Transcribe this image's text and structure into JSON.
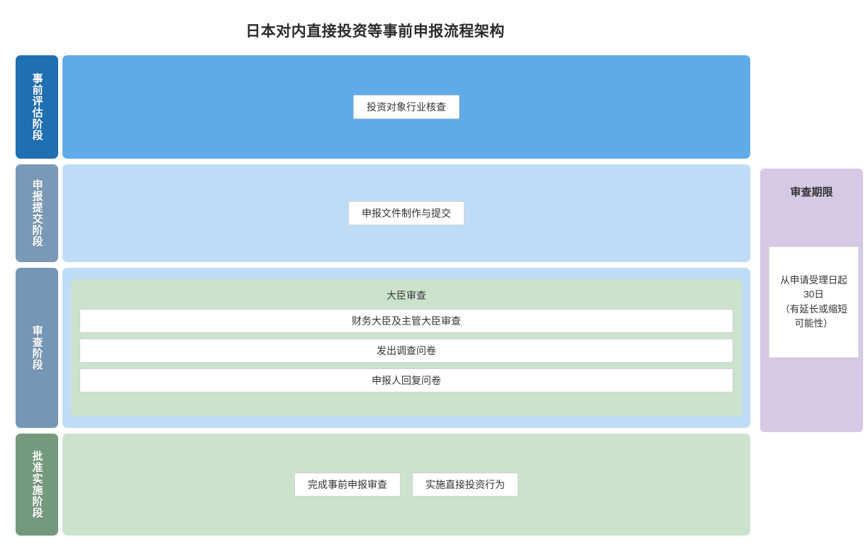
{
  "title": "日本对内直接投资等事前申报流程架构",
  "stages": [
    {
      "id": "assessment",
      "label": "事前评估阶段",
      "label_color": "#1f6fb2",
      "band_color": "#5fabe9",
      "nodes": [
        "投资对象行业核查"
      ]
    },
    {
      "id": "submission",
      "label": "申报提交阶段",
      "label_color": "#7a99b6",
      "band_color": "#bfdcf7",
      "nodes": [
        "申报文件制作与提交"
      ]
    },
    {
      "id": "review",
      "label": "审查阶段",
      "label_color": "#7596b4",
      "band_color": "#bfdcf7",
      "group": {
        "title": "大臣审查",
        "color": "#cbe3cd",
        "items": [
          "财务大臣及主管大臣审查",
          "发出调查问卷",
          "申报人回复问卷"
        ]
      }
    },
    {
      "id": "approval",
      "label": "批准实施阶段",
      "label_color": "#74997c",
      "band_color": "#cbe3cd",
      "nodes": [
        "完成事前申报审查",
        "实施直接投资行为"
      ]
    }
  ],
  "side_panel": {
    "title": "审查期限",
    "panel_color": "#d5c9e6",
    "card_lines": [
      "从申请受理日起",
      "30日",
      "（有延长或缩短",
      "可能性）"
    ],
    "card_text": "从申请受理日起 30日 （有延长或缩短可能性）"
  }
}
